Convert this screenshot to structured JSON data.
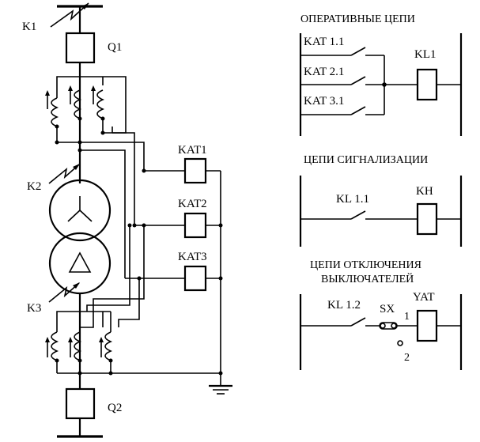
{
  "scheme": {
    "fault_points": {
      "k1": "K1",
      "k2": "K2",
      "k3": "K3"
    },
    "breakers": {
      "q1": "Q1",
      "q2": "Q2"
    },
    "relays": {
      "kat1": "KAT1",
      "kat2": "KAT2",
      "kat3": "KAT3"
    }
  },
  "operative": {
    "title": "ОПЕРАТИВНЫЕ ЦЕПИ",
    "contacts": [
      "KAT 1.1",
      "KAT 2.1",
      "KAT 3.1"
    ],
    "relay": "KL1"
  },
  "signal": {
    "title": "ЦЕПИ СИГНАЛИЗАЦИИ",
    "contact": "KL 1.1",
    "relay": "KH"
  },
  "trip": {
    "title_line1": "ЦЕПИ ОТКЛЮЧЕНИЯ",
    "title_line2": "ВЫКЛЮЧАТЕЛЕЙ",
    "contact": "KL 1.2",
    "switch": "SX",
    "coil": "YAT",
    "pos1": "1",
    "pos2": "2"
  }
}
